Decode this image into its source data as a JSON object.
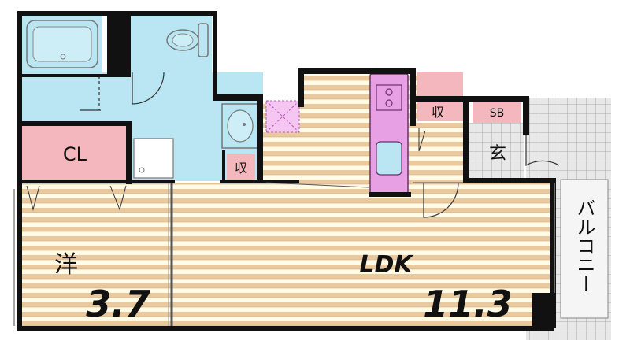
{
  "plan": {
    "rooms": {
      "closet": {
        "label": "CL"
      },
      "western": {
        "label": "洋",
        "size": "3.7"
      },
      "ldk": {
        "label": "LDK",
        "size": "11.3"
      },
      "storage_bath": {
        "label": "収"
      },
      "storage_kitchen": {
        "label": "収"
      },
      "shoebox": {
        "label": "SB"
      },
      "entrance": {
        "label": "玄"
      },
      "balcony": {
        "label": "バルコニー"
      }
    },
    "colors": {
      "wet_area": "#b9e6f2",
      "closet": "#f4b7bd",
      "floor_light": "#fffbe6",
      "floor_stripe": "#e8c79a",
      "kitchen_counter": "#e7a0e4",
      "wall": "#111111",
      "balcony": "#e9e9e9"
    }
  }
}
